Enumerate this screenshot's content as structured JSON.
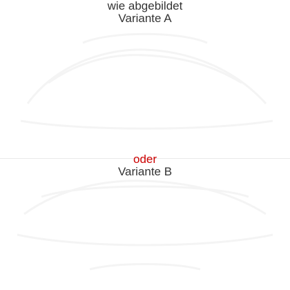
{
  "caption_top": {
    "line1": "wie abgebildet",
    "line2": "Variante A"
  },
  "caption_bottom": {
    "or_word": "oder",
    "line2": "Variante B"
  },
  "colors": {
    "text": "#333333",
    "or_word": "#cc0000",
    "background": "#ffffff",
    "divider": "#e9e9e9",
    "faint_outline": "#f4f4f4"
  }
}
